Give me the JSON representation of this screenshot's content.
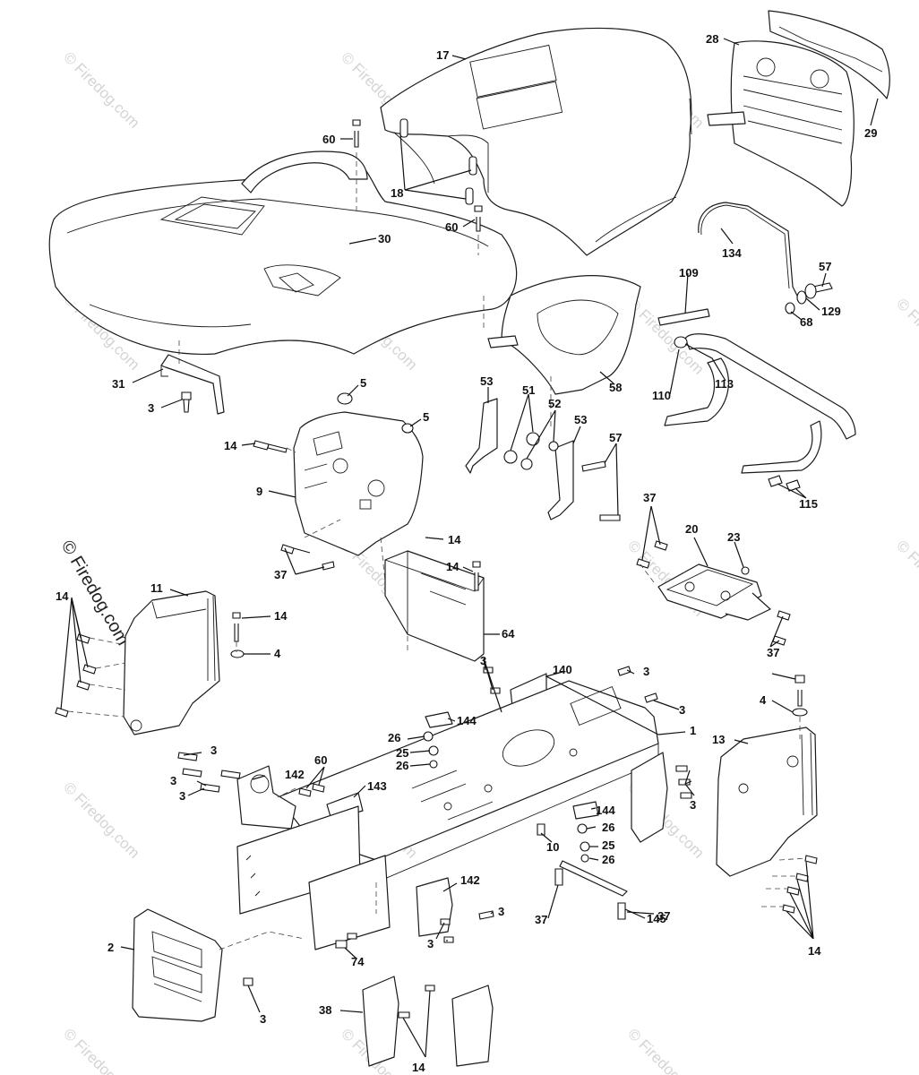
{
  "watermark": {
    "text": "© Firedog.com",
    "color": "#cfcfcf"
  },
  "credit": {
    "text": "© Firedog.com"
  },
  "colors": {
    "line": "#1a1a1a",
    "background": "#ffffff"
  },
  "callouts": [
    "17",
    "28",
    "29",
    "60",
    "18",
    "30",
    "60",
    "134",
    "57",
    "109",
    "129",
    "68",
    "58",
    "113",
    "110",
    "31",
    "3",
    "5",
    "5",
    "53",
    "51",
    "52",
    "53",
    "57",
    "14",
    "9",
    "14",
    "37",
    "115",
    "37",
    "20",
    "23",
    "14",
    "11",
    "14",
    "64",
    "4",
    "37",
    "14",
    "3",
    "3",
    "140",
    "3",
    "4",
    "1",
    "144",
    "13",
    "26",
    "25",
    "26",
    "60",
    "3",
    "142",
    "3",
    "143",
    "3",
    "144",
    "26",
    "10",
    "25",
    "26",
    "3",
    "142",
    "3",
    "3",
    "145",
    "37",
    "37",
    "14",
    "74",
    "2",
    "3",
    "38",
    "14"
  ]
}
